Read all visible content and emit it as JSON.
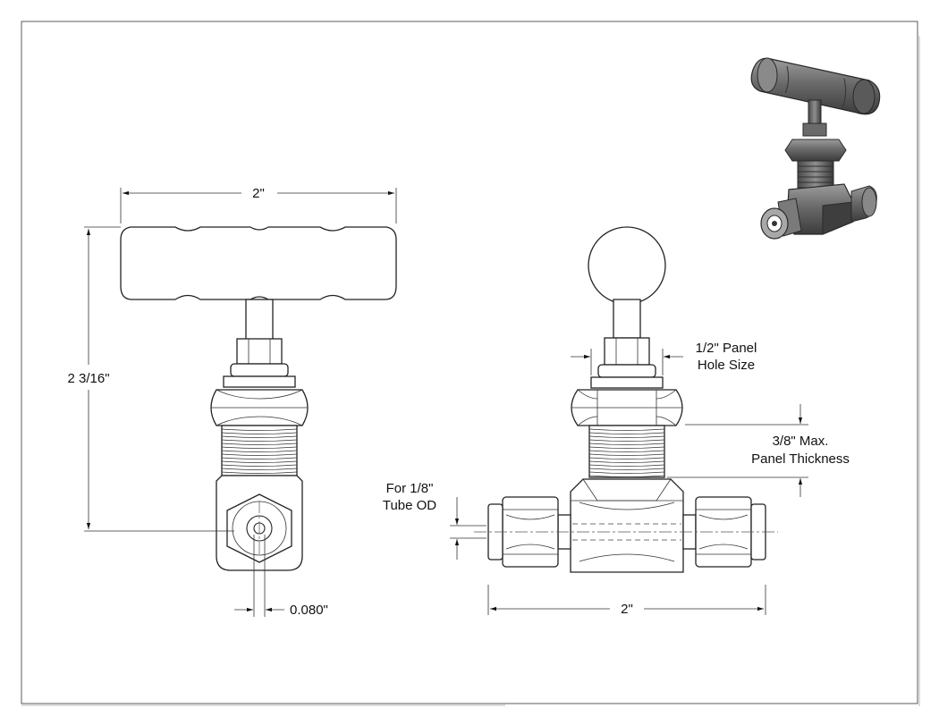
{
  "title": "",
  "front_view": {
    "width_label": "2\"",
    "height_label": "2 3/16\"",
    "orifice_label": "0.080\""
  },
  "side_view": {
    "panel_hole_label_line1": "1/2\" Panel",
    "panel_hole_label_line2": "Hole Size",
    "panel_thickness_label_line1": "3/8\" Max.",
    "panel_thickness_label_line2": "Panel Thickness",
    "tube_od_label_line1": "For 1/8\"",
    "tube_od_label_line2": "Tube OD",
    "length_label": "2\""
  },
  "colors": {
    "line": "#222222",
    "background": "#ffffff",
    "iso_body": "#6e6e6e",
    "iso_dark": "#3a3a3a",
    "iso_light": "#b5b5b5"
  }
}
